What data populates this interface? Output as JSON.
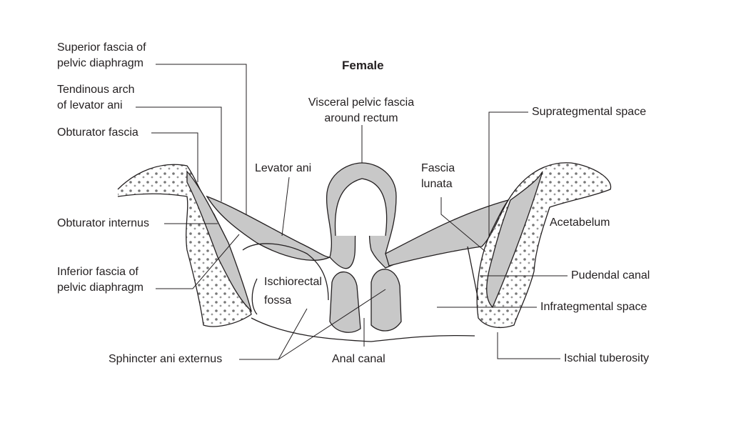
{
  "title": "Female",
  "labels": {
    "superior_fascia": [
      "Superior fascia of",
      "pelvic diaphragm"
    ],
    "tendinous_arch": [
      "Tendinous arch",
      "of levator ani"
    ],
    "obturator_fascia": "Obturator fascia",
    "obturator_internus": "Obturator internus",
    "inferior_fascia": [
      "Inferior fascia of",
      "pelvic diaphragm"
    ],
    "visceral_fascia": [
      "Visceral pelvic fascia",
      "around rectum"
    ],
    "levator_ani": "Levator ani",
    "fascia_lunata": [
      "Fascia",
      "lunata"
    ],
    "suprategmental": "Suprategmental space",
    "acetabelum": "Acetabelum",
    "ischiorectal": [
      "Ischiorectal",
      "fossa"
    ],
    "pudendal": "Pudendal canal",
    "infrategmental": "Infrategmental space",
    "ischial": "Ischial tuberosity",
    "sphincter": "Sphincter ani externus",
    "anal_canal": "Anal canal"
  },
  "colors": {
    "muscle": "#c8c8c8",
    "line": "#231f20",
    "bone": "#ffffff"
  }
}
